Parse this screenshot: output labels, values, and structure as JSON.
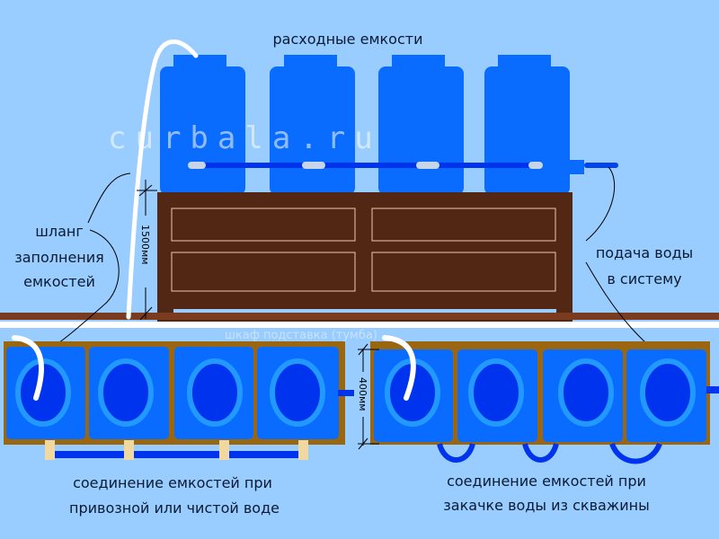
{
  "title": "расходные емкости",
  "watermark": "curbala.ru",
  "labels": {
    "fill_hose": [
      "шланг",
      "заполнения",
      "емкостей"
    ],
    "supply": [
      "подача воды",
      "в систему"
    ],
    "cabinet": "шкаф подставка (тумба)",
    "left_caption": [
      "соединение емкостей при",
      "привозной или чистой воде"
    ],
    "right_caption": [
      "соединение емкостей  при",
      "закачке воды из скважины"
    ]
  },
  "dimensions": {
    "stand_height": "1500мм",
    "tank_height": "400мм"
  },
  "counts": {
    "upper_tanks": 4,
    "lower_left_tanks": 4,
    "lower_right_tanks": 4
  },
  "colors": {
    "background": "#99ccff",
    "tank": "#0a6cff",
    "tank_inner": "#0033ee",
    "tank_ring": "#2299ff",
    "pipe": "#0044ee",
    "cabinet": "#522815",
    "floor": "#7a3b1e",
    "tray": "#9a6610",
    "support": "#f0d8a0",
    "hose": "#ffffff"
  }
}
